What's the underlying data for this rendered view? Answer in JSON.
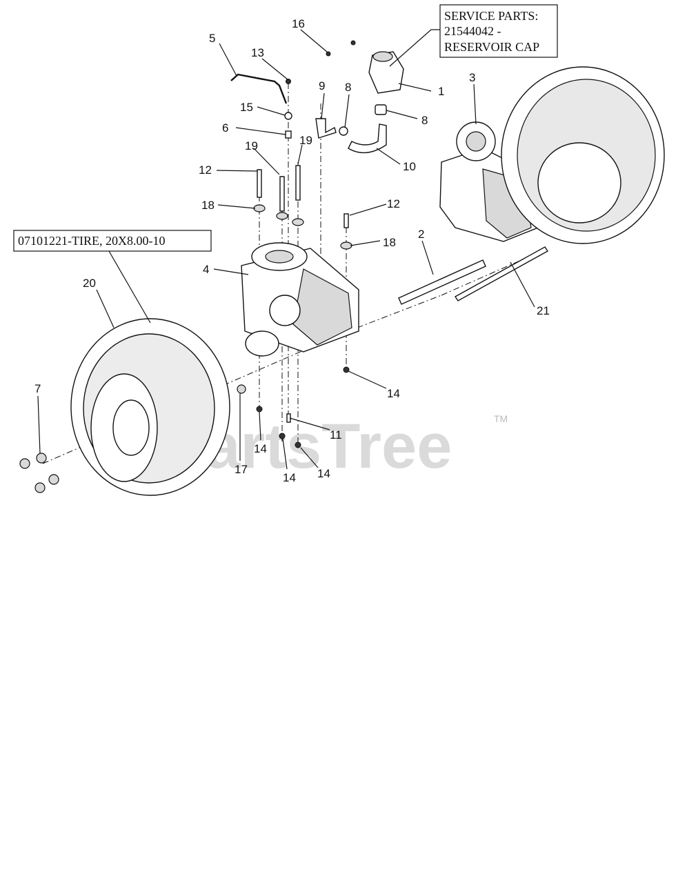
{
  "callouts": {
    "service_parts": [
      "SERVICE PARTS:",
      "21544042 -",
      "RESERVOIR CAP"
    ],
    "tire": "07101221-TIRE, 20X8.00-10"
  },
  "watermark": {
    "brand": "PartsTree",
    "tm": "TM"
  },
  "part_labels": {
    "p1": "1",
    "p2": "2",
    "p3": "3",
    "p4": "4",
    "p5": "5",
    "p6": "6",
    "p7": "7",
    "p8a": "8",
    "p8b": "8",
    "p9": "9",
    "p10": "10",
    "p11": "11",
    "p12a": "12",
    "p12b": "12",
    "p13": "13",
    "p14a": "14",
    "p14b": "14",
    "p14c": "14",
    "p14d": "14",
    "p15": "15",
    "p16": "16",
    "p17": "17",
    "p18a": "18",
    "p18b": "18",
    "p19a": "19",
    "p19b": "19",
    "p20": "20",
    "p21": "21"
  }
}
